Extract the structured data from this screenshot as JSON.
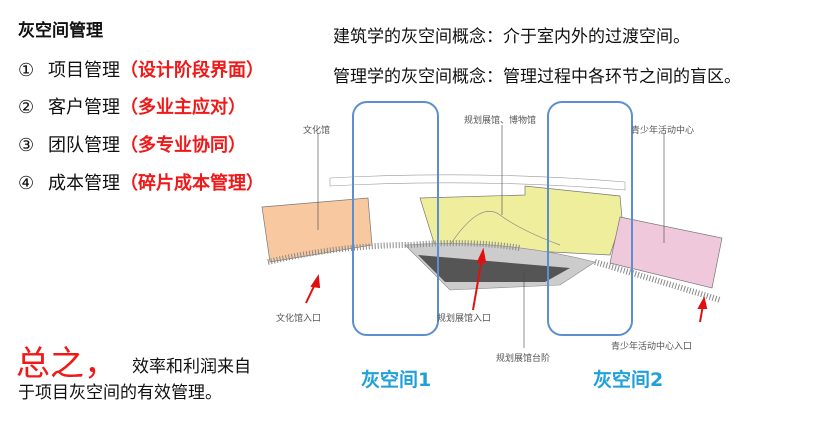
{
  "title": "灰空间管理",
  "items": [
    {
      "num": "①",
      "text": "项目管理",
      "highlight": "（设计阶段界面）"
    },
    {
      "num": "②",
      "text": "客户管理",
      "highlight": "（多业主应对）"
    },
    {
      "num": "③",
      "text": "团队管理",
      "highlight": "（多专业协同）"
    },
    {
      "num": "④",
      "text": "成本管理",
      "highlight": "（碎片成本管理）"
    }
  ],
  "concepts": [
    "建筑学的灰空间概念：介于室内外的过渡空间。",
    "管理学的灰空间概念：管理过程中各环节之间的盲区。"
  ],
  "summary": {
    "lead": "总之，",
    "line1": "效率和利润来自",
    "line2": "于项目灰空间的有效管理。"
  },
  "diagram": {
    "labels": {
      "culture_hall": "文化馆",
      "planning_museum": "规划展馆、博物馆",
      "youth_center": "青少年活动中心",
      "culture_entrance": "文化馆入口",
      "planning_entrance": "规划展馆入口",
      "planning_steps": "规划展馆台阶",
      "youth_entrance": "青少年活动中心入口"
    },
    "gray_space_1": "灰空间1",
    "gray_space_2": "灰空间2",
    "colors": {
      "culture": "#f8c8a0",
      "museum": "#eeee9c",
      "youth": "#f0c8dc",
      "highlight_box": "#5b8fd0",
      "arrow": "#e01010"
    }
  }
}
